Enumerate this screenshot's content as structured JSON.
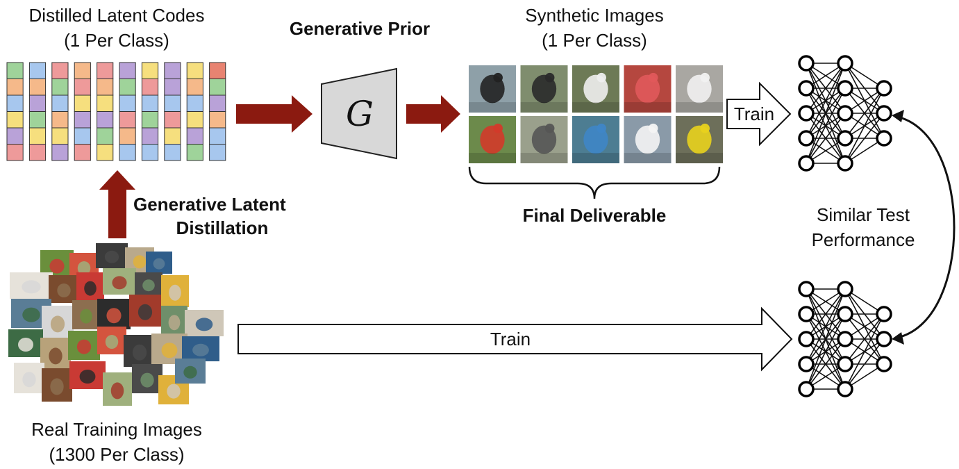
{
  "labels": {
    "latent_codes_title": "Distilled Latent Codes",
    "latent_codes_sub": "(1 Per Class)",
    "generative_prior": "Generative Prior",
    "generator_symbol": "G",
    "synthetic_title": "Synthetic Images",
    "synthetic_sub": "(1 Per Class)",
    "train_top": "Train",
    "final_deliverable": "Final Deliverable",
    "distill_line1": "Generative Latent",
    "distill_line2": "Distillation",
    "similar_line1": "Similar Test",
    "similar_line2": "Performance",
    "train_bottom": "Train",
    "real_title": "Real Training Images",
    "real_sub": "(1300 Per Class)"
  },
  "colors": {
    "arrow_red": "#8b1a10",
    "generator_fill": "#d8d8d8",
    "latent_palette": [
      "#9fd39a",
      "#f5b98a",
      "#a7c7ee",
      "#f6df7e",
      "#b9a2d8",
      "#ee9a9a",
      "#e88371"
    ]
  },
  "latent_grid": {
    "rows": 6,
    "columns": 10,
    "cells": [
      [
        0,
        2,
        5,
        1,
        5,
        4,
        3,
        4,
        3,
        6
      ],
      [
        1,
        1,
        0,
        5,
        1,
        0,
        5,
        4,
        1,
        0
      ],
      [
        2,
        4,
        2,
        3,
        3,
        2,
        2,
        2,
        2,
        4
      ],
      [
        3,
        0,
        1,
        4,
        4,
        5,
        0,
        5,
        3,
        1
      ],
      [
        4,
        3,
        3,
        2,
        0,
        1,
        4,
        3,
        4,
        2
      ],
      [
        5,
        5,
        4,
        5,
        3,
        2,
        2,
        2,
        0,
        2
      ]
    ]
  },
  "synthetic_images": {
    "rows": 2,
    "columns": 5,
    "tiles": [
      "bird-tile-1",
      "bird-tile-2",
      "bird-tile-3",
      "bird-tile-4",
      "bird-tile-5",
      "bird-tile-6",
      "bird-tile-7",
      "bird-tile-8",
      "bird-tile-9",
      "bird-tile-10"
    ]
  },
  "networks": [
    {
      "name": "synthetic-trained-network",
      "layers": [
        5,
        5,
        3
      ]
    },
    {
      "name": "real-trained-network",
      "layers": [
        5,
        5,
        3
      ]
    }
  ]
}
